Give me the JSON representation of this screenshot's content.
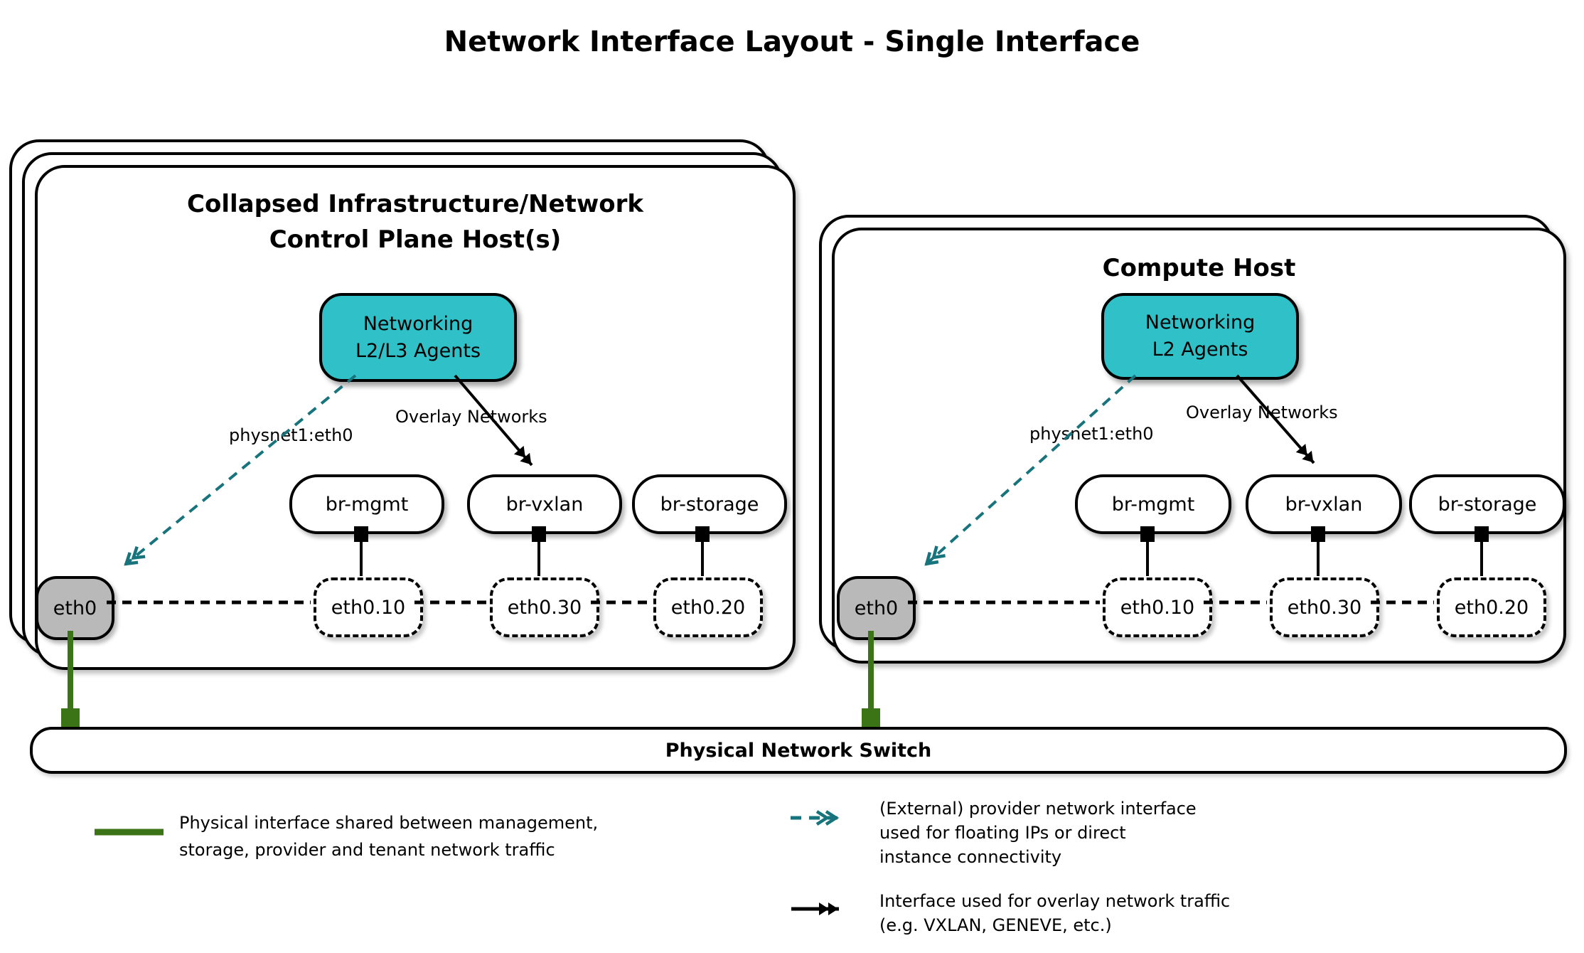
{
  "title": "Network Interface Layout - Single Interface",
  "colors": {
    "teal": "#2fc1c7",
    "teal_dark": "#17737c",
    "green": "#3b7317",
    "gray": "#b9b9b9"
  },
  "hosts": {
    "control": {
      "title": "Collapsed Infrastructure/Network\nControl Plane Host(s)",
      "agent": "Networking\nL2/L3 Agents",
      "provider_edge_label": "physnet1:eth0",
      "overlay_edge_label": "Overlay Networks",
      "bridges": [
        "br-mgmt",
        "br-vxlan",
        "br-storage"
      ],
      "vlans": [
        "eth0.10",
        "eth0.30",
        "eth0.20"
      ],
      "nic": "eth0"
    },
    "compute": {
      "title": "Compute Host",
      "agent": "Networking\nL2 Agents",
      "provider_edge_label": "physnet1:eth0",
      "overlay_edge_label": "Overlay Networks",
      "bridges": [
        "br-mgmt",
        "br-vxlan",
        "br-storage"
      ],
      "vlans": [
        "eth0.10",
        "eth0.30",
        "eth0.20"
      ],
      "nic": "eth0"
    }
  },
  "switch": {
    "label": "Physical Network Switch"
  },
  "legend": {
    "physical": "Physical interface shared between management,\nstorage, provider and tenant network traffic",
    "provider": "(External) provider network interface\nused for floating IPs or direct\ninstance connectivity",
    "overlay": "Interface used for overlay network traffic\n(e.g. VXLAN, GENEVE, etc.)"
  }
}
